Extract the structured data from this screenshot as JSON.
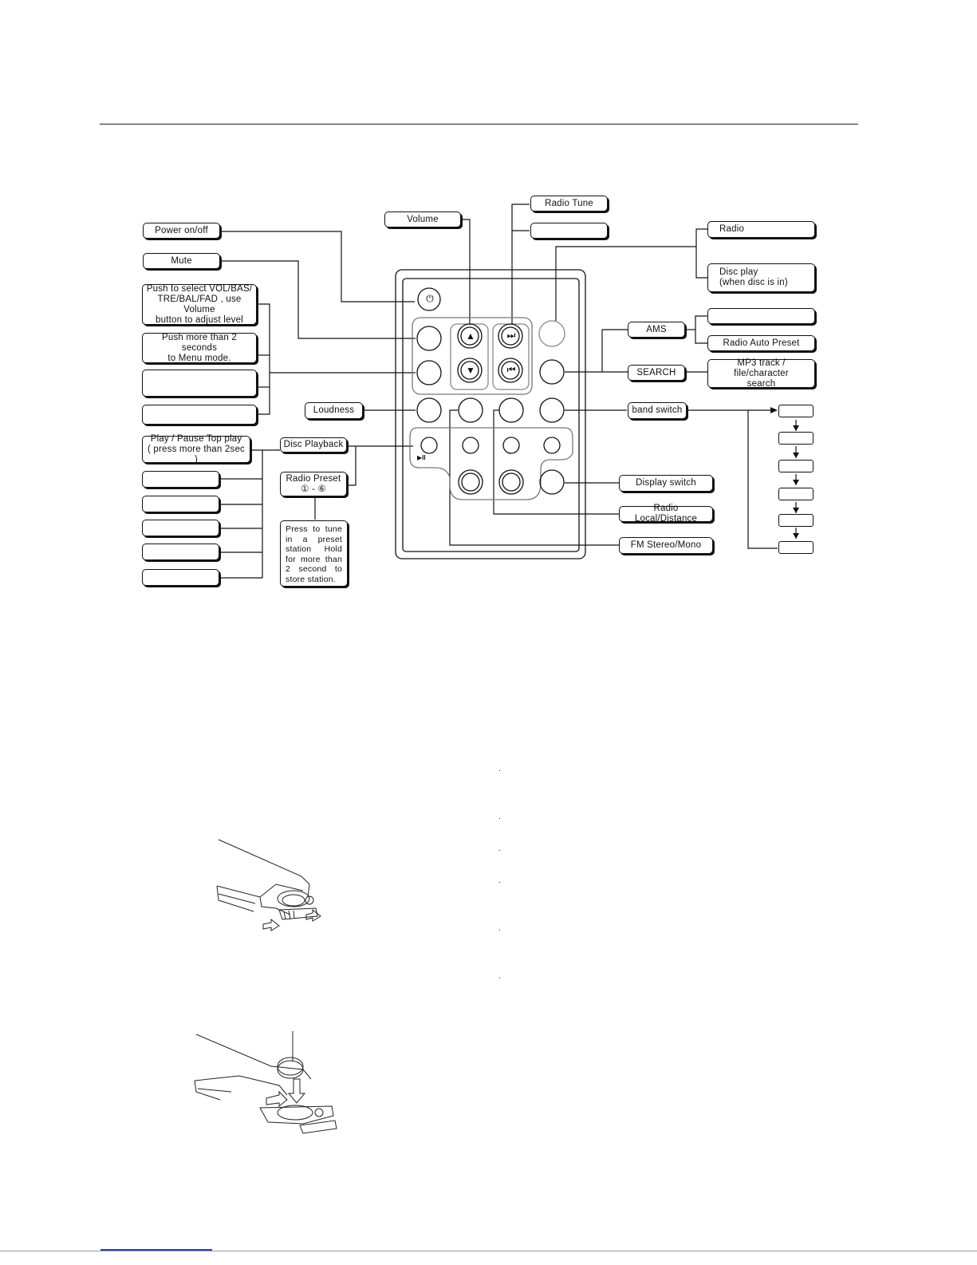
{
  "labels": {
    "power": "Power on/off",
    "mute": "Mute",
    "vol_select": "Push to select VOL/BAS/\nTRE/BAL/FAD , use Volume\nbutton to adjust  level",
    "menu_mode": "Push more than 2 seconds\nto Menu mode.",
    "volume": "Volume",
    "radio_tune": "Radio Tune",
    "radio": "Radio",
    "disc_play": "Disc play\n(when disc is in)",
    "ams": "AMS",
    "radio_auto_preset": "Radio Auto Preset",
    "search": "SEARCH",
    "mp3_search": "MP3 track / file/character\nsearch",
    "loudness": "Loudness",
    "band_switch": "band switch",
    "play_pause": "Play / Pause Top play\n( press more than 2sec )",
    "disc_playback": "Disc Playback",
    "radio_preset": "Radio Preset\n① - ⑥",
    "preset_note": "Press to tune in a preset station Hold for more than 2 second to store station.",
    "display_switch": "Display switch",
    "local_distance": "Radio Local/Distance",
    "fm_stereo": "FM  Stereo/Mono"
  },
  "remote": {
    "play_pause_glyph": "▶II",
    "up_glyph": "▲",
    "down_glyph": "▼",
    "next_glyph": "⏭",
    "prev_glyph": "⏮",
    "power_glyph": "⏻"
  },
  "steps": {
    "bullet": "."
  }
}
